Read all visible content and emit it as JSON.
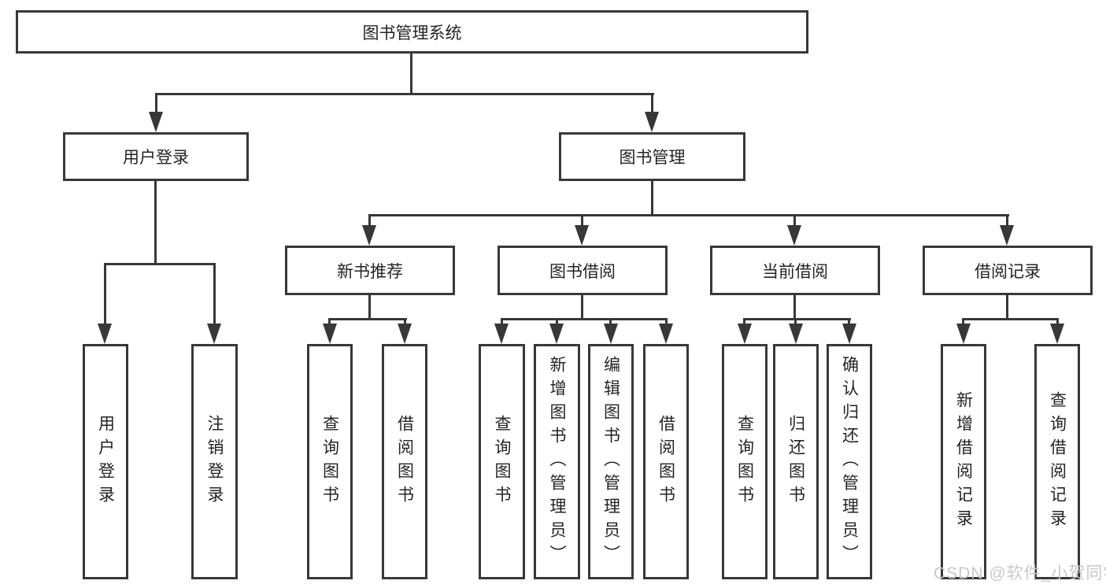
{
  "diagram_title": "图书管理系统",
  "labels": {
    "root": "图书管理系统",
    "user_login": "用户登录",
    "book_mgmt": "图书管理",
    "new_book_rec": "新书推荐",
    "book_borrow": "图书借阅",
    "current_borrow": "当前借阅",
    "borrow_record": "借阅记录",
    "ul_login": "用户登录",
    "ul_logout": "注销登录",
    "nb_query": "查询图书",
    "nb_borrow": "借阅图书",
    "bb_query": "查询图书",
    "bb_add": "新增图书（管理员）",
    "bb_edit": "编辑图书（管理员）",
    "bb_borrow": "借阅图书",
    "cb_query": "查询图书",
    "cb_return": "归还图书",
    "cb_confirm": "确认归还（管理员）",
    "br_add": "新增借阅记录",
    "br_query": "查询借阅记录"
  },
  "hierarchy": {
    "图书管理系统": [
      "用户登录",
      "图书管理"
    ],
    "用户登录": [
      "用户登录",
      "注销登录"
    ],
    "图书管理": [
      "新书推荐",
      "图书借阅",
      "当前借阅",
      "借阅记录"
    ],
    "新书推荐": [
      "查询图书",
      "借阅图书"
    ],
    "图书借阅": [
      "查询图书",
      "新增图书（管理员）",
      "编辑图书（管理员）",
      "借阅图书"
    ],
    "当前借阅": [
      "查询图书",
      "归还图书",
      "确认归还（管理员）"
    ],
    "借阅记录": [
      "新增借阅记录",
      "查询借阅记录"
    ]
  },
  "watermark": "CSDN @软件_小贺同学",
  "colors": {
    "line": "#383838",
    "text": "#242424",
    "watermark": "#c8c8c8",
    "background": "#ffffff"
  }
}
